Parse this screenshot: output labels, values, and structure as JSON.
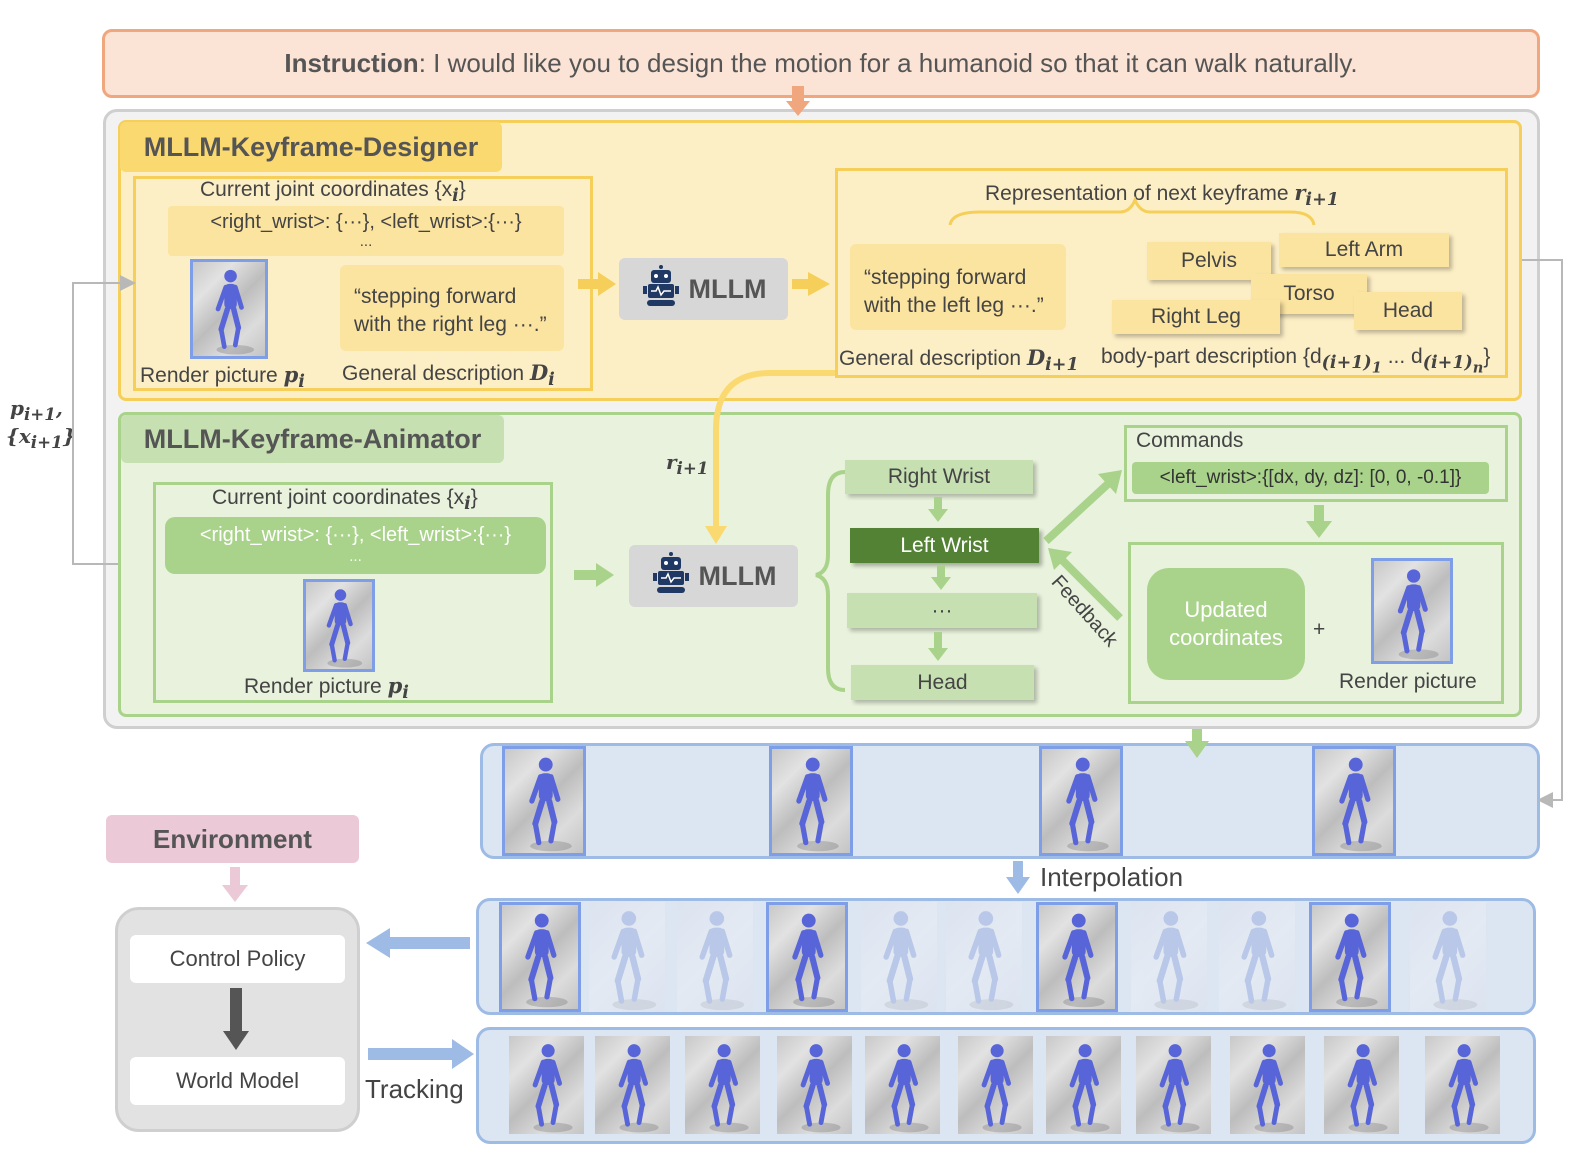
{
  "instruction": {
    "label": "Instruction",
    "text": ": I would like you to design the motion for a humanoid so that it can walk naturally."
  },
  "designer": {
    "title": "MLLM-Keyframe-Designer",
    "current_joint_label": "Current joint coordinates {x",
    "current_joint_sub": "i",
    "joint_code": "<right_wrist>: {···}, <left_wrist>:{···}",
    "ellipsis": "...",
    "quote": "“stepping forward with the right leg ···.”",
    "render_label": "Render picture ",
    "render_sym": "p",
    "render_sub": "i",
    "general_label": "General description ",
    "general_sym": "D",
    "general_sub": "i",
    "mllm": "MLLM",
    "repr_label": "Representation of next keyframe ",
    "repr_sym": "r",
    "repr_sub": "i+1",
    "next_quote": "“stepping forward with the left leg ···.”",
    "next_general_label": "General description ",
    "next_general_sym": "D",
    "next_general_sub": "i+1",
    "bodypart_label": "body-part description {d",
    "bodypart_tail": "... d",
    "parts": [
      "Pelvis",
      "Left Arm",
      "Torso",
      "Right Leg",
      "Head"
    ]
  },
  "feedback_loop": {
    "p_label": "p",
    "p_sub": "i+1",
    "x_label": "{x",
    "x_sub": "i+1",
    "r_label": "r",
    "r_sub": "i+1"
  },
  "animator": {
    "title": "MLLM-Keyframe-Animator",
    "current_joint_label": "Current joint coordinates {x",
    "current_joint_sub": "i",
    "joint_code": "<right_wrist>: {···}, <left_wrist>:{···}",
    "ellipsis": "...",
    "render_label": "Render picture ",
    "render_sym": "p",
    "render_sub": "i",
    "mllm": "MLLM",
    "chain": [
      "Right Wrist",
      "Left Wrist",
      "···",
      "Head"
    ],
    "feedback": "Feedback",
    "commands_label": "Commands",
    "command_code": "<left_wrist>:{[dx, dy, dz]: [0, 0, -0.1]}",
    "updated": "Updated coordinates",
    "plus": "+",
    "render_picture": "Render picture"
  },
  "pipeline": {
    "interpolation": "Interpolation",
    "tracking": "Tracking",
    "environment": "Environment",
    "control_policy": "Control Policy",
    "world_model": "World Model"
  },
  "colors": {
    "instruction_bg": "#fbe3d5",
    "instruction_border": "#f0a77e",
    "designer_bg": "#fdefc5",
    "designer_border": "#f5cf59",
    "animator_bg": "#e8f2dc",
    "animator_border": "#a9d38a",
    "selected_node": "#548235",
    "pipeline_bg": "#dce5f2",
    "pipeline_border": "#9dbbe4",
    "environment_bg": "#ecc9d6"
  }
}
